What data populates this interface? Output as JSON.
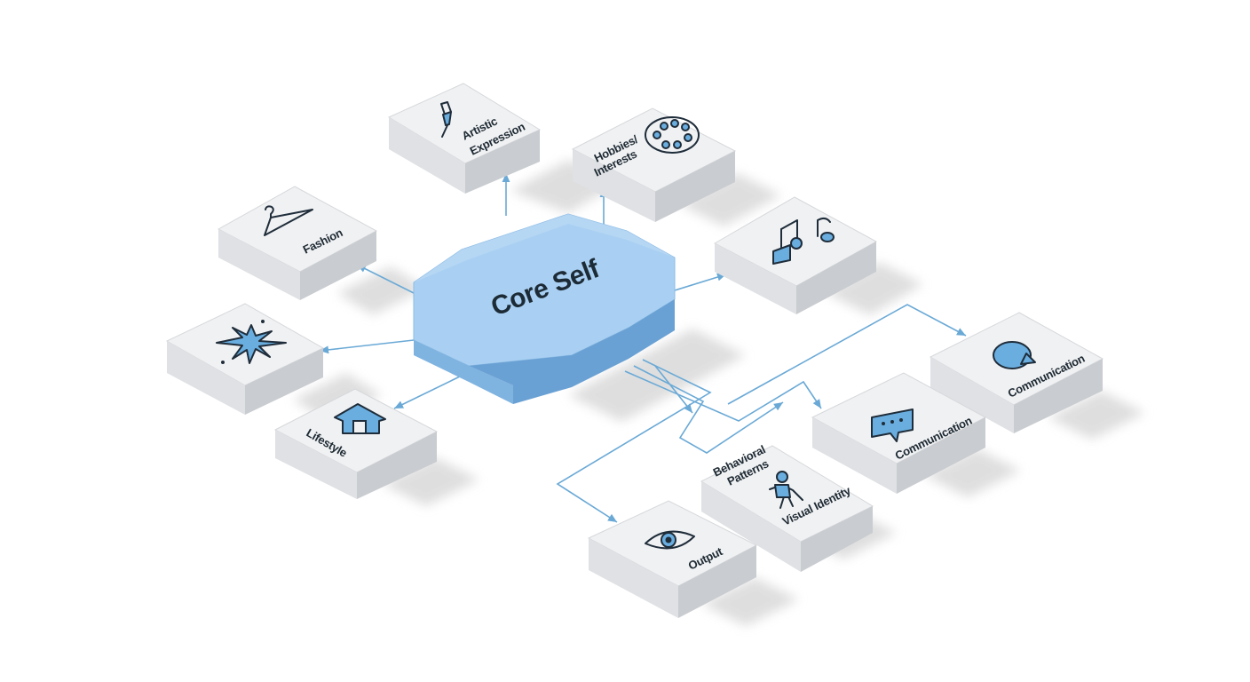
{
  "core": {
    "label": "Core Self"
  },
  "nodes": {
    "artistic_expression": {
      "label_line1": "Artistic",
      "label_line2": "Expression",
      "icon": "paintbrush-icon"
    },
    "hobbies_interests": {
      "label_line1": "Hobbies/",
      "label_line2": "Interests",
      "icon": "palette-icon"
    },
    "fashion": {
      "label": "Fashion",
      "icon": "hanger-icon"
    },
    "music": {
      "icon": "music-note-icon"
    },
    "starburst": {
      "icon": "starburst-icon"
    },
    "lifestyle": {
      "label": "Lifestyle",
      "icon": "house-icon"
    },
    "communication_right": {
      "label": "Communication",
      "icon": "speech-bubble-icon"
    },
    "communication_center": {
      "label": "Communication",
      "icon": "chat-dots-icon"
    },
    "behavioral_patterns": {
      "label_line1": "Behavioral",
      "label_line2": "Patterns",
      "label_line3": "Visual Identity",
      "icon": "walking-person-icon"
    },
    "output": {
      "label": "Output",
      "icon": "eye-icon"
    }
  },
  "colors": {
    "core_top": "#a9d0f2",
    "core_left": "#7fb3e0",
    "core_right": "#6aa1d4",
    "connector": "#6aa9d6",
    "box_top": "#f0f1f3",
    "box_left": "#dfe1e4",
    "box_right": "#cbced2",
    "icon_accent": "#6aaee0"
  }
}
